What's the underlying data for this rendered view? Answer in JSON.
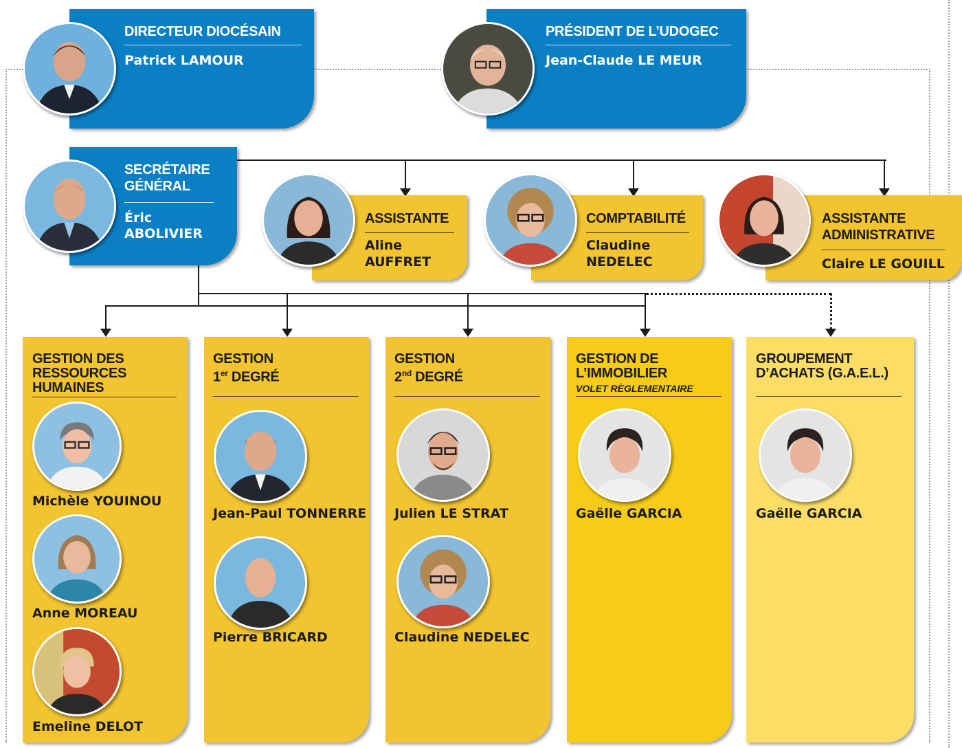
{
  "director": {
    "title": "DIRECTEUR DIOCÉSAIN",
    "name": "Patrick LAMOUR"
  },
  "president": {
    "title": "PRÉSIDENT DE L’UDOGEC",
    "name": "Jean-Claude LE MEUR"
  },
  "secretary": {
    "title_line1": "SECRÉTAIRE",
    "title_line2": "GÉNÉRAL",
    "name_line1": "Éric",
    "name_line2": "ABOLIVIER"
  },
  "assistants": [
    {
      "title": "ASSISTANTE",
      "name_line1": "Aline",
      "name_line2": "AUFFRET"
    },
    {
      "title": "COMPTABILITÉ",
      "name_line1": "Claudine",
      "name_line2": "NEDELEC"
    },
    {
      "title_line1": "ASSISTANTE",
      "title_line2": "ADMINISTRATIVE",
      "name": "Claire LE GOUILL"
    }
  ],
  "departments": [
    {
      "title_lines": [
        "GESTION DES",
        "RESSOURCES",
        "HUMAINES"
      ],
      "members": [
        "Michèle YOUINOU",
        "Anne MOREAU",
        "Emeline DELOT"
      ]
    },
    {
      "title_lines": [
        "GESTION",
        "1",
        "er",
        " DEGRÉ"
      ],
      "members": [
        "Jean-Paul TONNERRE",
        "Pierre BRICARD"
      ]
    },
    {
      "title_lines": [
        "GESTION",
        "2",
        "nd",
        " DEGRÉ"
      ],
      "members": [
        "Julien LE STRAT",
        "Claudine NEDELEC"
      ]
    },
    {
      "title_lines": [
        "GESTION DE",
        "L’IMMOBILIER"
      ],
      "subtitle": "VOLET RÈGLEMENTAIRE",
      "members": [
        "Gaëlle GARCIA"
      ]
    },
    {
      "title_lines": [
        "GROUPEMENT",
        "D’ACHATS (G.A.E.L.)"
      ],
      "members": [
        "Gaëlle GARCIA"
      ]
    }
  ],
  "colors": {
    "blue": "#0a7fc4",
    "yellow": "#f1c430",
    "yellow_bright": "#f6cc18",
    "yellow_light": "#fcde67"
  }
}
